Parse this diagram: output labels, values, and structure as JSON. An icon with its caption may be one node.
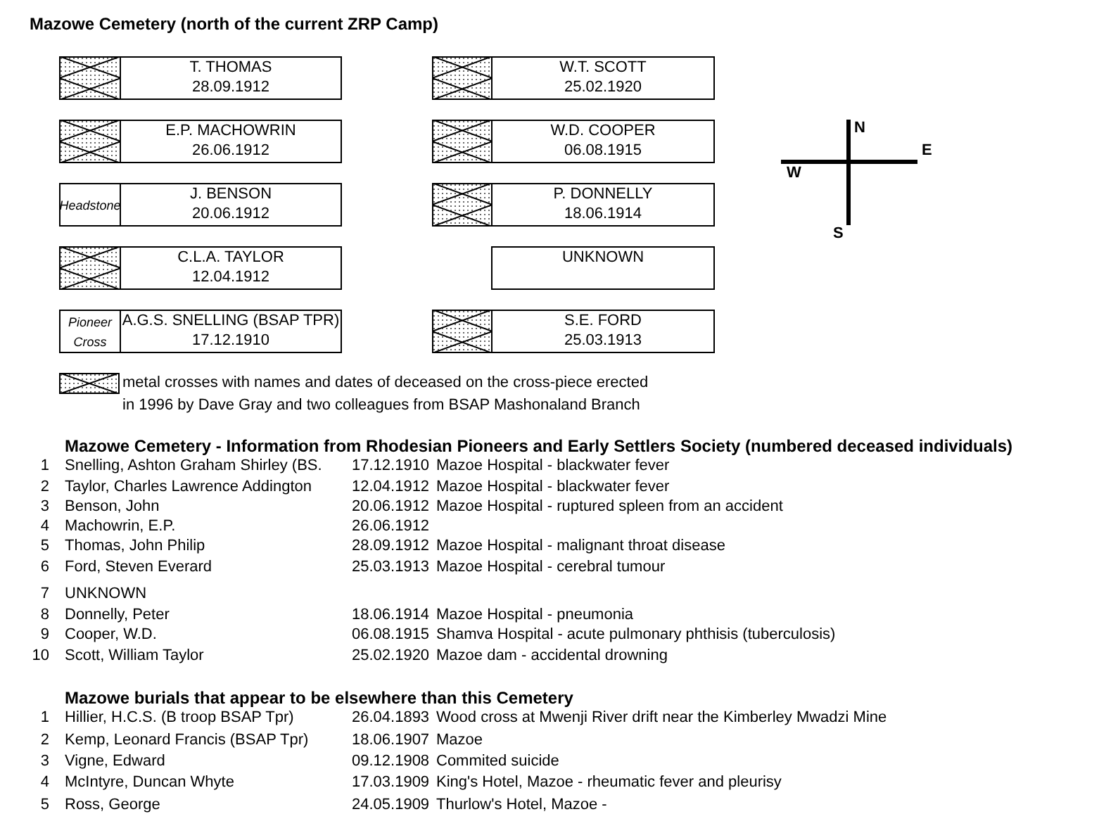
{
  "diagram": {
    "title": "Mazowe Cemetery (north of the current ZRP Camp)",
    "nodes": [
      {
        "text": [],
        "shape": "cross"
      },
      {
        "text": [
          "T. THOMAS",
          "28.09.1912"
        ]
      },
      {
        "text": [],
        "shape": "cross"
      },
      {
        "text": [
          "W.T. SCOTT",
          "25.02.1920"
        ]
      },
      {
        "text": [],
        "shape": "cross"
      },
      {
        "text": [
          "E.P. MACHOWRIN",
          "26.06.1912"
        ]
      },
      {
        "text": [],
        "shape": "cross"
      },
      {
        "text": [
          "W.D. COOPER",
          "06.08.1915"
        ]
      },
      {
        "text": [
          "Headstone"
        ]
      },
      {
        "text": [
          "J. BENSON",
          "20.06.1912"
        ]
      },
      {
        "text": [],
        "shape": "cross"
      },
      {
        "text": [
          "P. DONNELLY",
          "18.06.1914"
        ]
      },
      {
        "text": [],
        "shape": "cross"
      },
      {
        "text": [
          "C.L.A. TAYLOR",
          "12.04.1912"
        ]
      },
      {
        "text": [
          "UNKNOWN"
        ]
      },
      {
        "text": [
          "Pioneer Cross"
        ]
      },
      {
        "text": [
          "A.G.S. SNELLING (BSAP TPR)",
          "17.12.1910"
        ]
      },
      {
        "text": [],
        "shape": "cross"
      },
      {
        "text": [
          "S.E. FORD",
          "25.03.1913"
        ]
      }
    ],
    "labels": [
      "N",
      "E",
      "W",
      "S",
      "Mazowe Cemetery - Information from Rhodesian Pioneers and Early Settlers Society (numbered deceased individuals)",
      "1",
      "Snelling, Ashton Graham Shirley (BS.",
      "17.12.1910",
      "Mazoe Hospital - blackwater fever",
      "2",
      "Taylor, Charles Lawrence Addington",
      "12.04.1912",
      "Mazoe Hospital - blackwater fever",
      "3",
      "Benson, John",
      "20.06.1912",
      "Mazoe Hospital - ruptured spleen from an accident",
      "4",
      "Machowrin, E.P.",
      "26.06.1912",
      "5",
      "Thomas, John Philip",
      "28.09.1912",
      "Mazoe Hospital - malignant throat disease",
      "6",
      "Ford, Steven Everard",
      "25.03.1913",
      "Mazoe Hospital - cerebral tumour",
      "7",
      "UNKNOWN",
      "8",
      "Donnelly, Peter",
      "18.06.1914",
      "Mazoe Hospital - pneumonia",
      "9",
      "Cooper, W.D.",
      "06.08.1915",
      "Shamva Hospital - acute pulmonary phthisis (tuberculosis)",
      "10",
      "Scott, William Taylor",
      "25.02.1920",
      "Mazoe dam - accidental drowning",
      "Mazowe burials that appear to be elsewhere than this Cemetery",
      "1",
      "Hillier, H.C.S. (B troop BSAP Tpr)",
      "26.04.1893",
      "Wood cross at Mwenji River drift near the Kimberley Mwadzi Mine",
      "2",
      "Kemp, Leonard Francis (BSAP Tpr)",
      "18.06.1907",
      "Mazoe",
      "3",
      "Vigne, Edward",
      "09.12.1908",
      "Commited suicide",
      "4",
      "McIntyre, Duncan Whyte",
      "17.03.1909",
      "King's Hotel, Mazoe - rheumatic fever and pleurisy",
      "5",
      "Ross, George",
      "24.05.1909",
      "Thurlow's Hotel, Mazoe -"
    ],
    "legend": [
      {
        "text": "metal crosses with names and dates of deceased on the cross-piece erected in 1996 by Dave Gray and two colleagues from BSAP Mashonaland Branch"
      }
    ]
  }
}
